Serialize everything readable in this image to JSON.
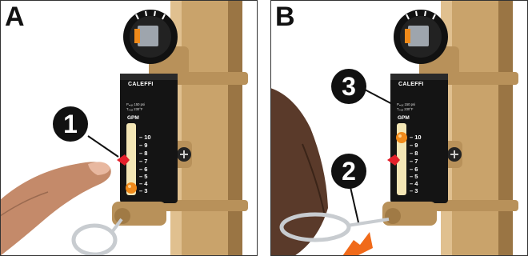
{
  "panels": [
    {
      "letter": "A",
      "callout": "1",
      "brand": "CALEFFI",
      "spec_lines": [
        "Pₘₐₓ 150 psi",
        "Tₘₐₓ 230°F"
      ],
      "unit": "GPM",
      "scale": [
        "10",
        "9",
        "8",
        "7",
        "6",
        "5",
        "4",
        "3"
      ]
    },
    {
      "letter": "B",
      "callouts": [
        "3",
        "2"
      ],
      "brand": "CALEFFI",
      "spec_lines": [
        "Pₘₐₓ 150 psi",
        "Tₘₐₓ 230°F"
      ],
      "unit": "GPM",
      "scale": [
        "10",
        "9",
        "8",
        "7",
        "6",
        "5",
        "4",
        "3"
      ]
    }
  ],
  "colors": {
    "brass": "#c9a36b",
    "brass_dark": "#9a7544",
    "meter_body": "#141414",
    "indicator_red": "#e3202a",
    "float_orange": "#f08a1a",
    "skin": "#c48a6a",
    "skin_dark": "#5a3a2a",
    "arrow_orange": "#f06a1a"
  },
  "icons": [
    "pointing-finger",
    "red-marker-pointer",
    "ring-pull-handle",
    "screw-head-icon",
    "flow-arrow-icon"
  ]
}
